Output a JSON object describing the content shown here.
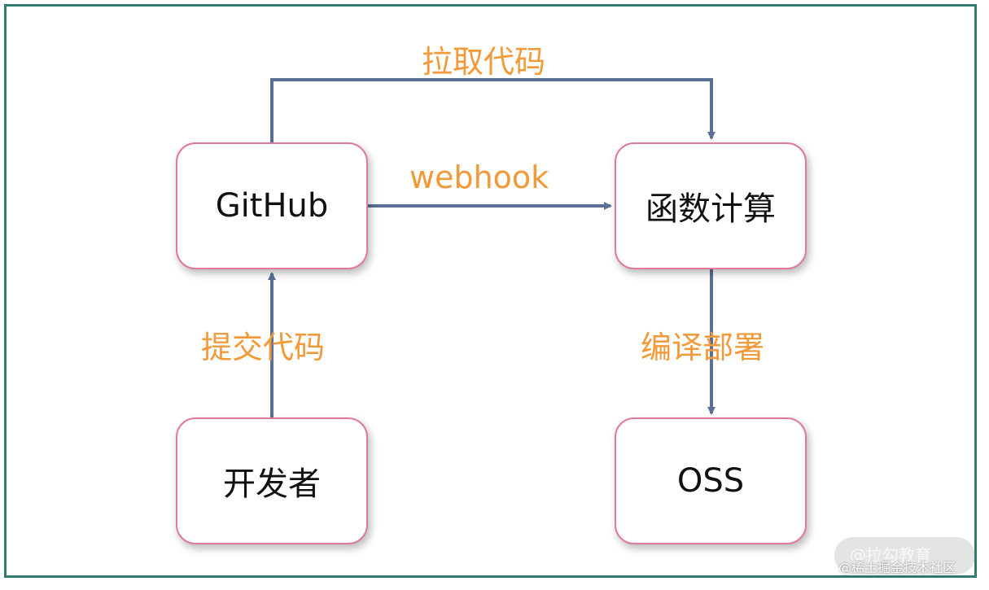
{
  "nodes": {
    "github": "GitHub",
    "function_compute": "函数计算",
    "developer": "开发者",
    "oss": "OSS"
  },
  "edges": {
    "pull_code": "拉取代码",
    "webhook": "webhook",
    "commit_code": "提交代码",
    "build_deploy": "编译部署"
  },
  "watermark": {
    "line1": "@拉勾教育",
    "line2": "@稀土掘金技术社区"
  },
  "colors": {
    "frame": "#2f7a6a",
    "node_border": "#e07a9c",
    "edge_label": "#f29a3a",
    "arrow": "#5a6f96"
  }
}
